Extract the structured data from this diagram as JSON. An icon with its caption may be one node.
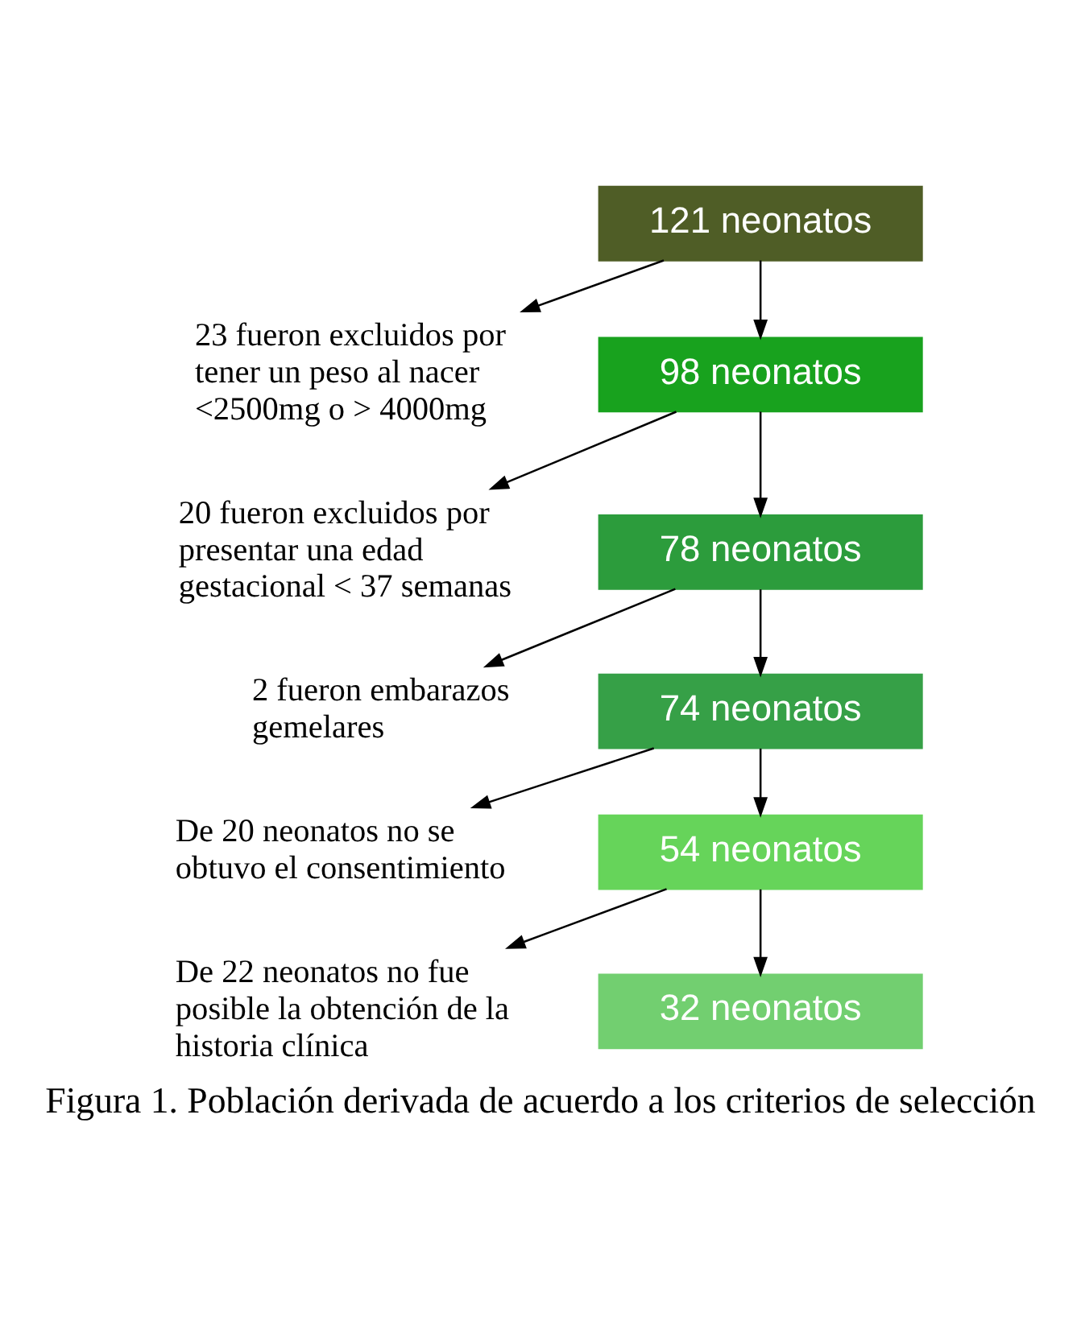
{
  "diagram": {
    "caption": "Figura 1. Población derivada de acuerdo a los criterios de selección",
    "nodes": [
      {
        "text": [
          "121 neonatos"
        ]
      },
      {
        "text": [
          "23 fueron excluidos por tener un peso al nacer <2500mg o > 4000mg"
        ]
      },
      {
        "text": [
          "98 neonatos"
        ]
      },
      {
        "text": [
          "20 fueron excluidos por presentar una edad gestacional < 37 semanas"
        ]
      },
      {
        "text": [
          "78 neonatos"
        ]
      },
      {
        "text": [
          "2 fueron embarazos gemelares"
        ]
      },
      {
        "text": [
          "74 neonatos"
        ]
      },
      {
        "text": [
          "De 20 neonatos no se obtuvo el consentimiento"
        ]
      },
      {
        "text": [
          "54 neonatos"
        ]
      },
      {
        "text": [
          "De 22 neonatos no fue posible la obtención de la historia clínica"
        ]
      },
      {
        "text": [
          "32 neonatos"
        ]
      }
    ],
    "edges": [
      {
        "from": 0,
        "to": 2,
        "arrow": "to"
      },
      {
        "from": 0,
        "to": 1,
        "arrow": "to"
      },
      {
        "from": 2,
        "to": 4,
        "arrow": "to"
      },
      {
        "from": 2,
        "to": 3,
        "arrow": "to"
      },
      {
        "from": 4,
        "to": 6,
        "arrow": "to"
      },
      {
        "from": 4,
        "to": 5,
        "arrow": "to"
      },
      {
        "from": 6,
        "to": 8,
        "arrow": "to"
      },
      {
        "from": 6,
        "to": 7,
        "arrow": "to"
      },
      {
        "from": 8,
        "to": 10,
        "arrow": "to"
      },
      {
        "from": 8,
        "to": 9,
        "arrow": "to"
      }
    ]
  }
}
